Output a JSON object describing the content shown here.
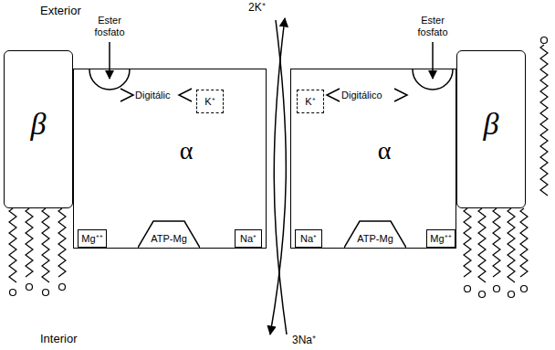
{
  "diagram": {
    "nodes": [
      {
        "text": [
          "β"
        ]
      },
      {
        "text": [
          "α"
        ]
      },
      {
        "text": [
          "K⁺"
        ],
        "in": 1
      },
      {
        "text": [
          "Mg⁺⁺"
        ],
        "in": 1
      },
      {
        "text": [
          "ATP-Mg"
        ],
        "in": 1
      },
      {
        "text": [
          "Na⁺"
        ],
        "in": 1
      },
      {
        "text": [
          "α"
        ]
      },
      {
        "text": [
          "K⁺"
        ],
        "in": 6
      },
      {
        "text": [
          "Na⁺"
        ],
        "in": 6
      },
      {
        "text": [
          "ATP-Mg"
        ],
        "in": 6
      },
      {
        "text": [
          "Mg⁺⁺"
        ],
        "in": 6
      },
      {
        "text": [
          "β"
        ]
      }
    ],
    "labels": [
      "Exterior",
      "2K⁺",
      "Ester fosfato",
      "Digitálic",
      "Digitálico",
      "Ester fosfato",
      "Interior",
      "3Na⁺"
    ]
  }
}
